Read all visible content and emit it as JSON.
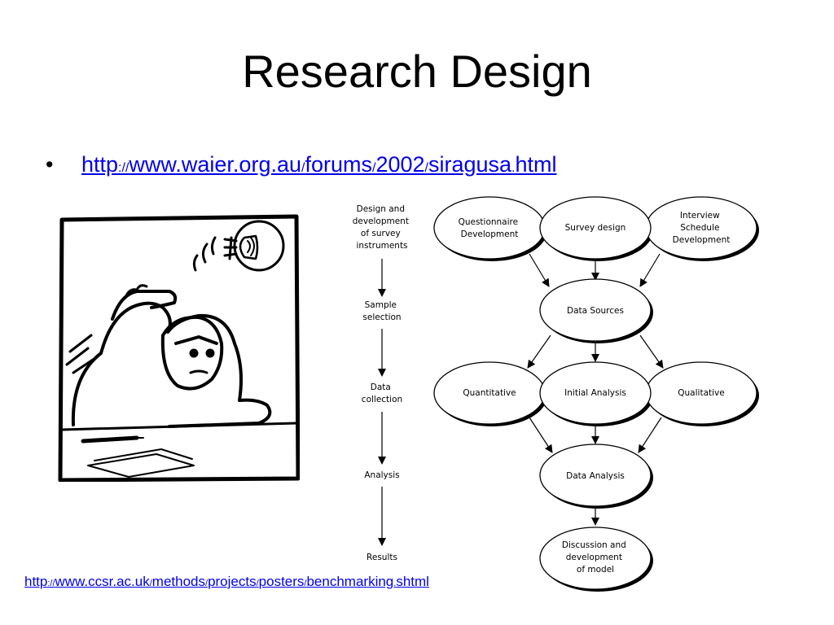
{
  "slide": {
    "title": "Research Design",
    "bullet_marker": "•",
    "link1": {
      "parts": [
        "http",
        "://",
        "www.waier.org.au",
        "/",
        "forums",
        "/",
        "2002",
        "/",
        "siragusa",
        ".",
        "html"
      ]
    },
    "link2": {
      "parts": [
        "http",
        "://",
        "www.ccsr.ac.uk",
        "/",
        "methods",
        "/",
        "projects",
        "/",
        "posters",
        "/",
        "benchmarking",
        ".",
        "shtml"
      ]
    }
  },
  "linear_flow": {
    "steps": [
      [
        "Design and",
        "development",
        "of survey",
        "instruments"
      ],
      [
        "Sample",
        "selection"
      ],
      [
        "Data",
        "collection"
      ],
      [
        "Analysis"
      ],
      [
        "Results"
      ]
    ]
  },
  "network_flow": {
    "nodes": {
      "questionnaire": [
        "Questionnaire",
        "Development"
      ],
      "survey": [
        "Survey design"
      ],
      "interview": [
        "Interview",
        "Schedule",
        "Development"
      ],
      "sources": [
        "Data Sources"
      ],
      "quantitative": [
        "Quantitative"
      ],
      "initial": [
        "Initial Analysis"
      ],
      "qualitative": [
        "Qualitative"
      ],
      "analysis": [
        "Data Analysis"
      ],
      "discussion": [
        "Discussion and",
        "development",
        "of model"
      ]
    }
  }
}
